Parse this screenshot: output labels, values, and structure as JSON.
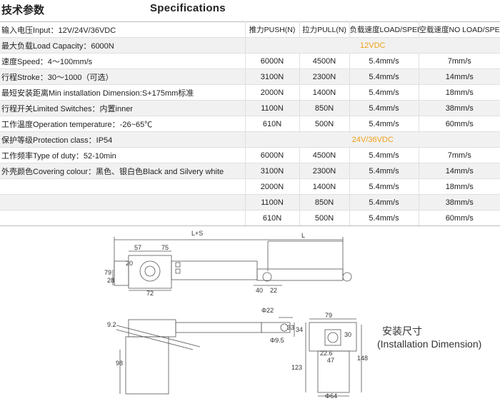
{
  "header": {
    "title_cn": "技术参数",
    "title_en": "Specifications"
  },
  "spec_rows": [
    "输入电压Input：12V/24V/36VDC",
    "最大负载Load Capacity：6000N",
    "速度Speed：4～100mm/s",
    "行程Stroke：30～1000（可选）",
    "最短安装距离Min installation Dimension:S+175mm标准",
    "行程开关Limited Switches：内置inner",
    "工作温度Operation temperature：-26~65℃",
    "保护等级Protection class：IP54",
    "工作频率Type of duty：52-10min",
    "外壳颜色Covering colour：黑色、银白色Black and Silvery white",
    "",
    "",
    ""
  ],
  "table": {
    "headers": [
      "推力PUSH(N)",
      "拉力PULL(N)",
      "负载速度LOAD/SPEED",
      "空载速度NO LOAD/SPEED"
    ],
    "group_12v": "12VDC",
    "group_24v": "24V/36VDC",
    "rows_12v": [
      [
        "6000N",
        "4500N",
        "5.4mm/s",
        "7mm/s"
      ],
      [
        "3100N",
        "2300N",
        "5.4mm/s",
        "14mm/s"
      ],
      [
        "2000N",
        "1400N",
        "5.4mm/s",
        "18mm/s"
      ],
      [
        "1100N",
        "850N",
        "5.4mm/s",
        "38mm/s"
      ],
      [
        "610N",
        "500N",
        "5.4mm/s",
        "60mm/s"
      ]
    ],
    "rows_24v": [
      [
        "6000N",
        "4500N",
        "5.4mm/s",
        "7mm/s"
      ],
      [
        "3100N",
        "2300N",
        "5.4mm/s",
        "14mm/s"
      ],
      [
        "2000N",
        "1400N",
        "5.4mm/s",
        "18mm/s"
      ],
      [
        "1100N",
        "850N",
        "5.4mm/s",
        "38mm/s"
      ],
      [
        "610N",
        "500N",
        "5.4mm/s",
        "60mm/s"
      ]
    ]
  },
  "drawing": {
    "dim_ls": "L+S",
    "dim_l": "L",
    "dim_57": "57",
    "dim_75": "75",
    "dim_20": "20",
    "dim_79a": "79",
    "dim_28": "28",
    "dim_72": "72",
    "dim_40": "40",
    "dim_22a": "22",
    "dim_92": "9.2",
    "dim_phi22": "Φ22",
    "dim_33": "33",
    "dim_34": "34",
    "dim_phi95": "Φ9.5",
    "dim_98": "98",
    "dim_79b": "79",
    "dim_30": "30",
    "dim_226": "22.6",
    "dim_47": "47",
    "dim_123": "123",
    "dim_148": "148",
    "dim_phi64": "Φ64"
  },
  "caption": {
    "cn": "安装尺寸",
    "en": "(Installation Dimension)"
  }
}
